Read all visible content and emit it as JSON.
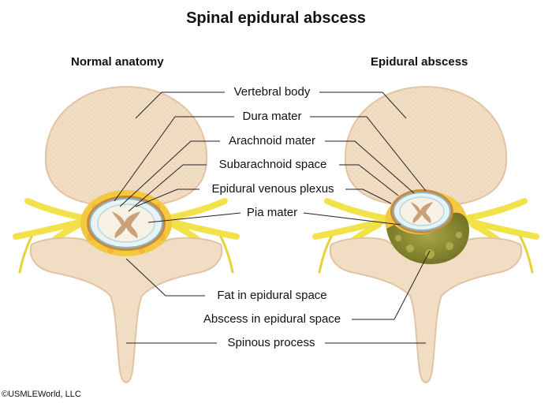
{
  "diagram": {
    "title": "Spinal epidural abscess",
    "left_panel_title": "Normal anatomy",
    "right_panel_title": "Epidural abscess",
    "labels": {
      "vertebral_body": "Vertebral body",
      "dura_mater": "Dura mater",
      "arachnoid_mater": "Arachnoid mater",
      "subarachnoid_space": "Subarachnoid space",
      "epidural_venous_plexus": "Epidural venous plexus",
      "pia_mater": "Pia mater",
      "fat_in_epidural_space": "Fat in epidural space",
      "abscess_in_epidural_space": "Abscess in epidural space",
      "spinous_process": "Spinous process"
    },
    "copyright": "©USMLEWorld, LLC"
  },
  "colors": {
    "bone": "#f1dcc4",
    "bone_shadow": "#e2c4a3",
    "nerve": "#f2e24a",
    "fat": "#f5c842",
    "dura": "#c98a3c",
    "csf": "#e9f3f5",
    "cord": "#f7f1e6",
    "gray_matter": "#c9a27a",
    "abscess": "#8d8e2e",
    "leader_line": "#222222"
  }
}
